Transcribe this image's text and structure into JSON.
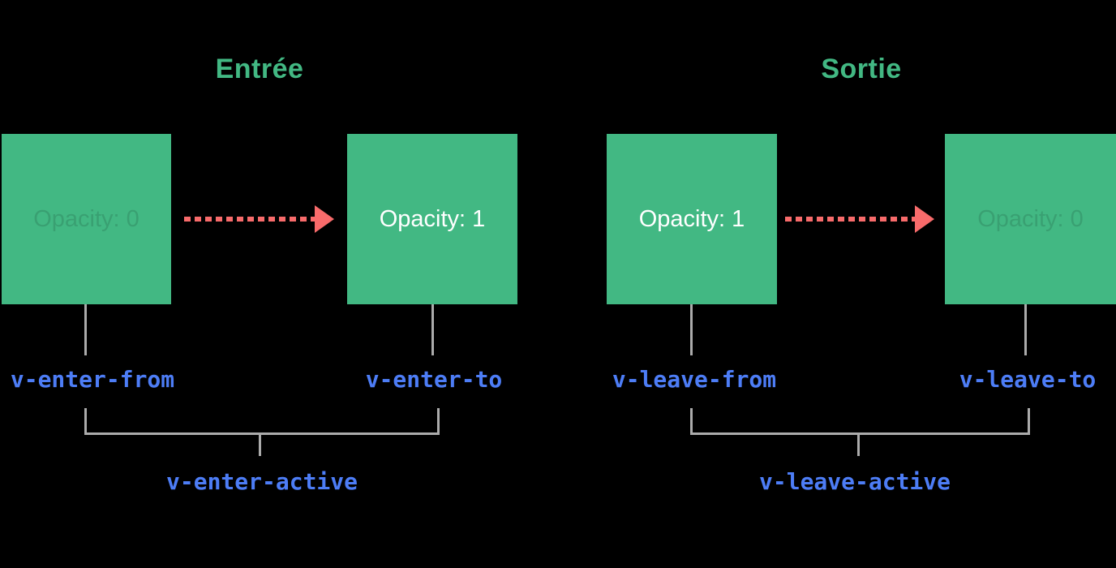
{
  "sections": [
    {
      "title": "Entrée",
      "boxes": [
        {
          "label": "Opacity: 0",
          "state": "faint",
          "class_name": "v-enter-from"
        },
        {
          "label": "Opacity: 1",
          "state": "visible",
          "class_name": "v-enter-to"
        }
      ],
      "active_class": "v-enter-active"
    },
    {
      "title": "Sortie",
      "boxes": [
        {
          "label": "Opacity: 1",
          "state": "visible",
          "class_name": "v-leave-from"
        },
        {
          "label": "Opacity: 0",
          "state": "faint",
          "class_name": "v-leave-to"
        }
      ],
      "active_class": "v-leave-active"
    }
  ],
  "colors": {
    "background": "#000000",
    "green": "#42b883",
    "red": "#f86b6b",
    "blue": "#4d7df6",
    "gray": "#ababab",
    "white": "#ffffff",
    "faint_text": "rgba(0,0,0,0.13)"
  }
}
